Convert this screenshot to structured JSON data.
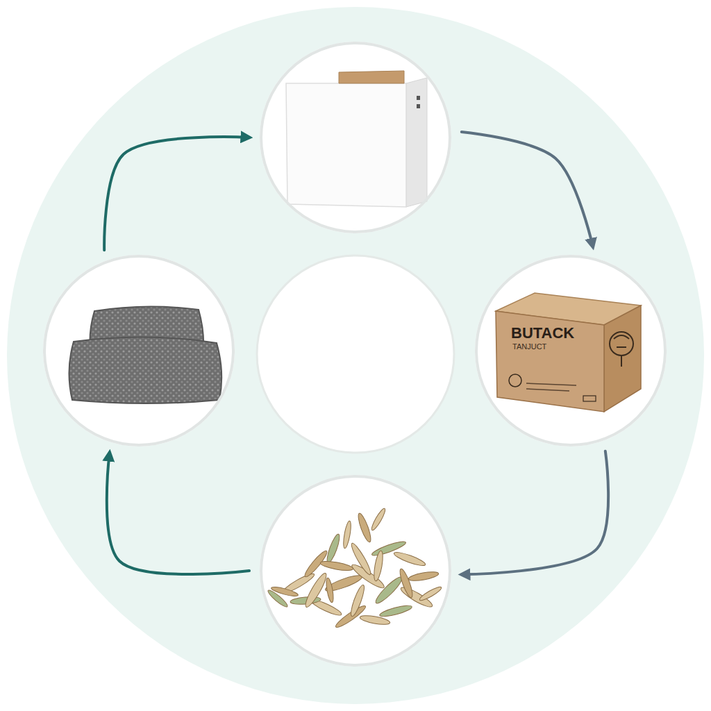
{
  "diagram": {
    "nodes": [
      {
        "text": []
      },
      {
        "text": [
          "BUTACK",
          "TANJUCT"
        ]
      },
      {
        "text": []
      },
      {
        "text": []
      }
    ],
    "edges": [
      {
        "from": 0,
        "to": 1,
        "arrow": "to"
      },
      {
        "from": 1,
        "to": 2,
        "arrow": "to"
      },
      {
        "from": 2,
        "to": 3,
        "arrow": "to"
      },
      {
        "from": 3,
        "to": 0,
        "arrow": "to"
      }
    ]
  }
}
